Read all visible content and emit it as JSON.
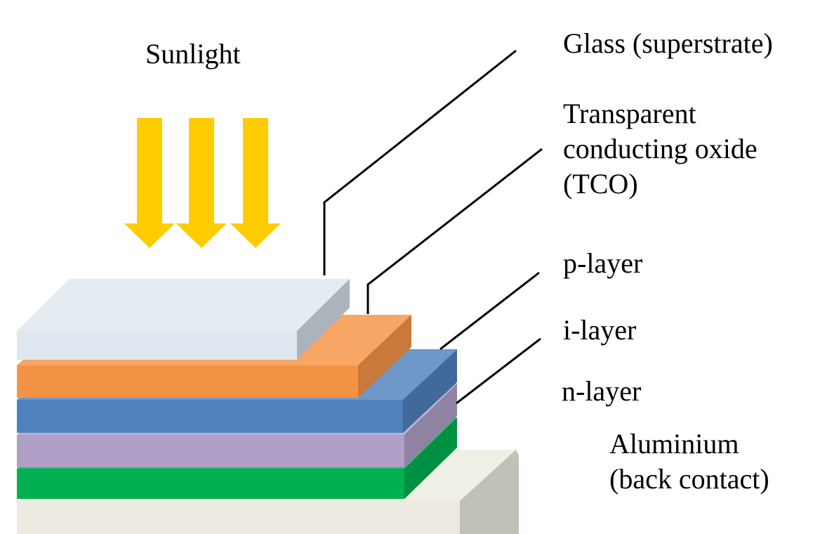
{
  "labels": {
    "sunlight": "Sunlight",
    "glass": "Glass (superstrate)",
    "tco_line1": "Transparent",
    "tco_line2": "conducting oxide",
    "tco_line3": "(TCO)",
    "p_layer": "p-layer",
    "i_layer": "i-layer",
    "n_layer": "n-layer",
    "aluminium_line1": "Aluminium",
    "aluminium_line2": "(back contact)"
  },
  "colors": {
    "sunlight_arrows": "#FFCC00",
    "glass": "#DEE6F0",
    "tco": "#F59345",
    "p_layer": "#4F81BD",
    "i_layer": "#B09FC6",
    "n_layer": "#00B050",
    "aluminium": "#EDEBE1",
    "leader_lines": "#000000"
  }
}
